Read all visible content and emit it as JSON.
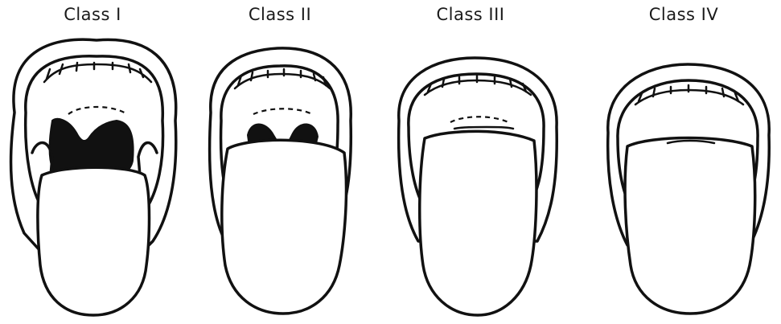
{
  "classes": [
    {
      "label": "Class I"
    },
    {
      "label": "Class II"
    },
    {
      "label": "Class III"
    },
    {
      "label": "Class IV"
    }
  ]
}
